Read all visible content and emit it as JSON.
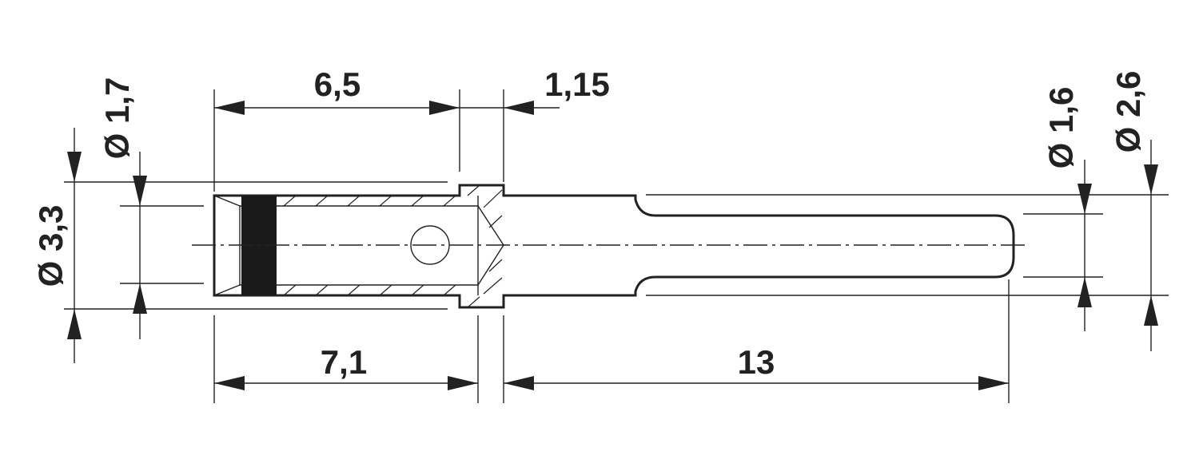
{
  "dimensions": {
    "crimp_length": "6,5",
    "collar_width": "1,15",
    "total_barrel_length": "7,1",
    "pin_length": "13",
    "diameter_outer_barrel": "Ø 3,3",
    "diameter_inner_barrel": "Ø 1,7",
    "diameter_pin": "Ø 1,6",
    "diameter_collar": "Ø 2,6"
  },
  "colors": {
    "line": "#222222",
    "background": "#ffffff",
    "marking_band": "#1a1a1a"
  }
}
